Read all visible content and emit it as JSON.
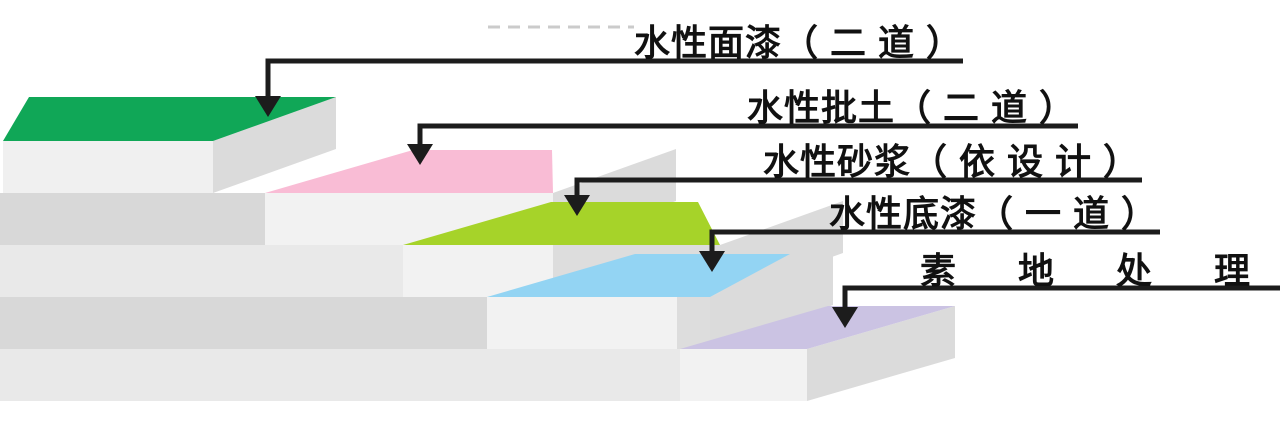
{
  "diagram": {
    "layers": [
      {
        "label": "水性面漆（ 二 道 ）",
        "color": "#10A757"
      },
      {
        "label": "水性批土（ 二 道 ）",
        "color": "#F9BCD5"
      },
      {
        "label": "水性砂浆（ 依 设 计 ）",
        "color": "#A6D329"
      },
      {
        "label": "水性底漆（ 一 道 ）",
        "color": "#93D4F3"
      },
      {
        "label": "素 地 处 理",
        "color": "#CBC3E3"
      }
    ],
    "colors": {
      "background": "#FFFFFF",
      "band_light": "#E9E9E9",
      "band_mid": "#D8D8D8",
      "band_bright": "#F2F2F2",
      "band_shadow": "#DDDDDD",
      "side_face": "#DBDBDB",
      "front_face_top": "#F0F0F0",
      "leader_line": "#1C1C1C",
      "label_text": "#111111",
      "dashed_line": "#CBCBCB"
    }
  }
}
